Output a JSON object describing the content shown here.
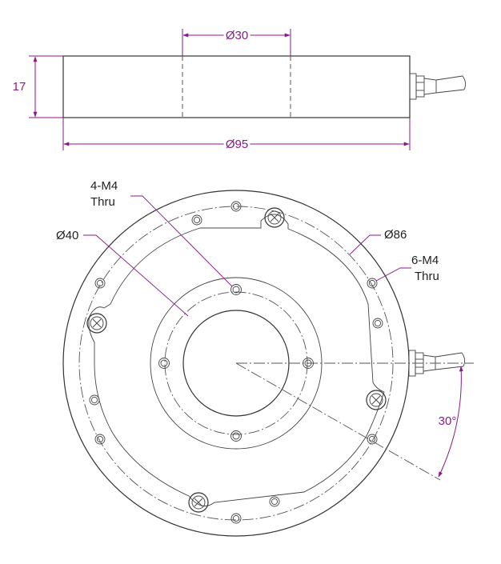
{
  "top_view": {
    "bore_dim": "Ø30",
    "height_dim": "17",
    "diameter_dim": "Ø95"
  },
  "plan_view": {
    "inner_bolt_circle_dim": "Ø40",
    "inner_holes_label_line1": "4-M4",
    "inner_holes_label_line2": "Thru",
    "outer_bolt_circle_dim": "Ø86",
    "outer_holes_label_line1": "6-M4",
    "outer_holes_label_line2": "Thru",
    "angle_dim": "30°"
  },
  "colors": {
    "dimension": "#8b1a89",
    "outline": "#333333",
    "annotation": "#1f1f1f"
  }
}
